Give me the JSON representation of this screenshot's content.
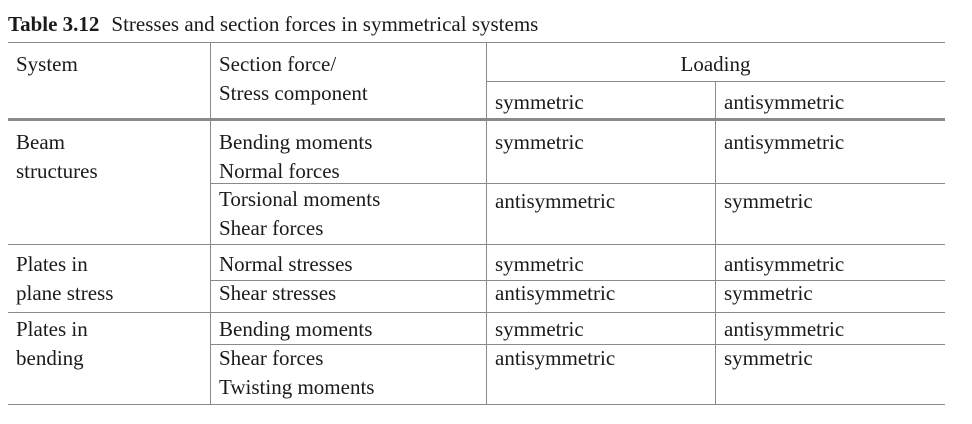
{
  "caption": {
    "label": "Table 3.12",
    "title": "Stresses and section forces in symmetrical systems"
  },
  "header": {
    "system": "System",
    "section_force_line1": "Section force/",
    "section_force_line2": "Stress component",
    "loading": "Loading",
    "symmetric": "symmetric",
    "antisymmetric": "antisymmetric"
  },
  "groups": [
    {
      "system_line1": "Beam",
      "system_line2": "structures",
      "rows": [
        {
          "components": [
            "Bending moments",
            "Normal forces"
          ],
          "symmetric": "symmetric",
          "antisymmetric": "antisymmetric"
        },
        {
          "components": [
            "Torsional moments",
            "Shear forces"
          ],
          "symmetric": "antisymmetric",
          "antisymmetric": "symmetric"
        }
      ]
    },
    {
      "system_line1": "Plates in",
      "system_line2": "plane stress",
      "rows": [
        {
          "components": [
            "Normal stresses"
          ],
          "symmetric": "symmetric",
          "antisymmetric": "antisymmetric"
        },
        {
          "components": [
            "Shear stresses"
          ],
          "symmetric": "antisymmetric",
          "antisymmetric": "symmetric"
        }
      ]
    },
    {
      "system_line1": "Plates in",
      "system_line2": "bending",
      "rows": [
        {
          "components": [
            "Bending moments"
          ],
          "symmetric": "symmetric",
          "antisymmetric": "antisymmetric"
        },
        {
          "components": [
            "Shear forces",
            "Twisting moments"
          ],
          "symmetric": "antisymmetric",
          "antisymmetric": "symmetric"
        }
      ]
    }
  ]
}
